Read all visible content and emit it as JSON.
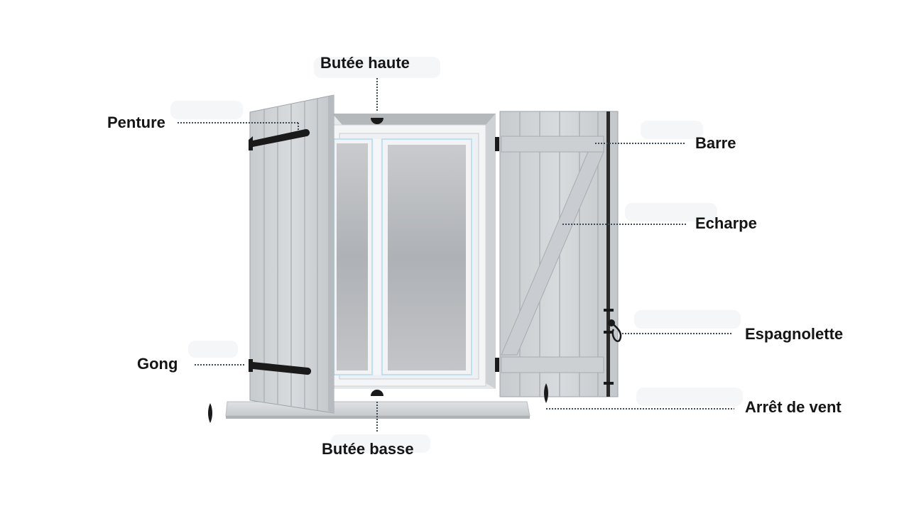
{
  "diagram": {
    "labels": {
      "butee_haute": "Butée haute",
      "penture": "Penture",
      "barre": "Barre",
      "echarpe": "Echarpe",
      "espagnolette": "Espagnolette",
      "gong": "Gong",
      "arret_de_vent": "Arrêt de vent",
      "butee_basse": "Butée basse"
    },
    "colors": {
      "leader_line": "#3a4a5a",
      "shutter": "#d2d5d8",
      "hardware": "#1a1a1a"
    }
  }
}
